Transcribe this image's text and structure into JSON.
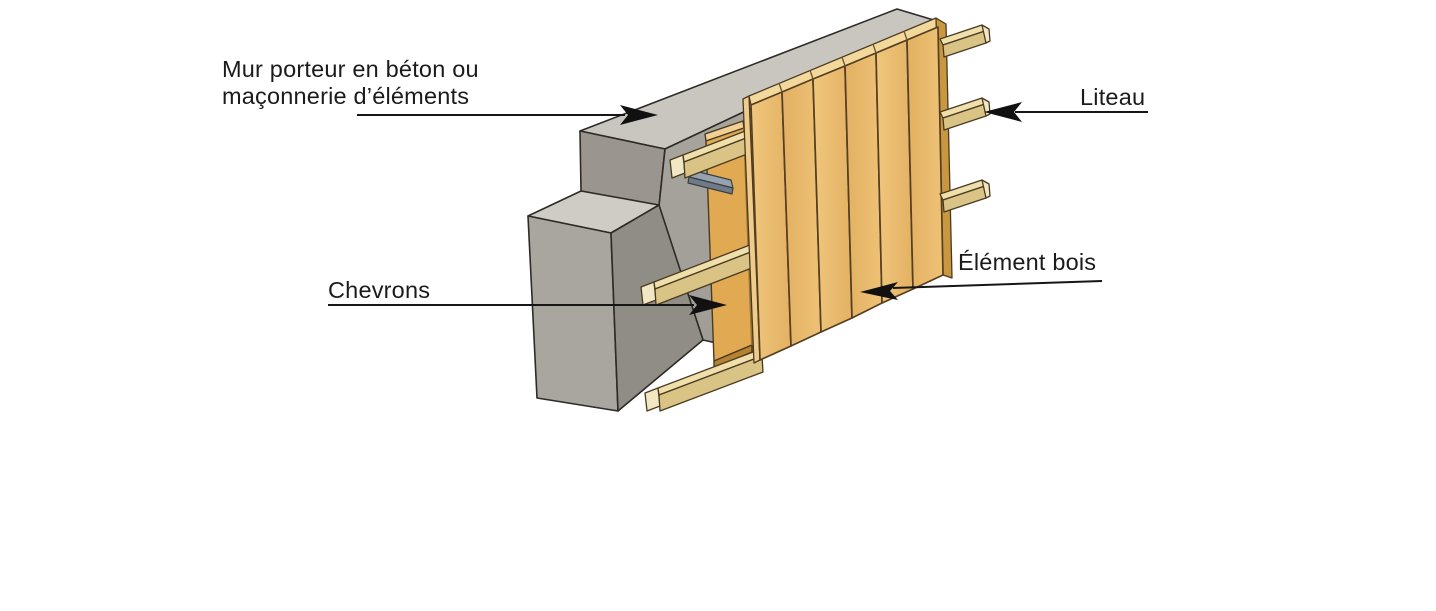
{
  "diagram": {
    "labels": {
      "wall": {
        "line1": "Mur porteur en béton ou",
        "line2": "maçonnerie d’éléments"
      },
      "liteau": "Liteau",
      "element_bois": "Élément bois",
      "chevrons": "Chevrons"
    },
    "colors": {
      "background": "#ffffff",
      "concrete_top": "#c9c6c0",
      "concrete_front": "#a6a29c",
      "concrete_dark": "#908c86",
      "wood_board": "#e8ba6e",
      "wood_batten": "#e3d194",
      "wood_chevron": "#e0a952",
      "metal_bracket": "#96a2ae",
      "leader_line": "#161616",
      "text": "#1b1b1b"
    }
  }
}
